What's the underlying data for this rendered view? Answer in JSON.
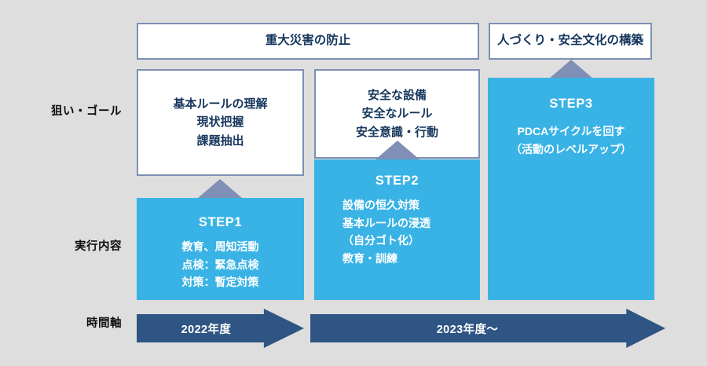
{
  "diagram": {
    "row_labels": {
      "goal": "狙い・ゴール",
      "execution": "実行内容",
      "timeline": "時間軸"
    },
    "banners": [
      {
        "name": "banner-major-disaster-prevention",
        "text": "重大災害の防止"
      },
      {
        "name": "banner-people-safety-culture",
        "text": "人づくり・安全文化の構築"
      }
    ],
    "goals": [
      {
        "name": "goal-step1",
        "lines": [
          "基本ルールの理解",
          "現状把握",
          "課題抽出"
        ]
      },
      {
        "name": "goal-step2",
        "lines": [
          "安全な設備",
          "安全なルール",
          "安全意識・行動"
        ]
      }
    ],
    "steps": [
      {
        "name": "step1",
        "title": "STEP1",
        "lines": [
          "教育、周知活動",
          "点検：緊急点検",
          "対策：暫定対策"
        ]
      },
      {
        "name": "step2",
        "title": "STEP2",
        "lines": [
          "設備の恒久対策",
          "基本ルールの浸透",
          "（自分ゴト化）",
          "教育・訓練"
        ]
      },
      {
        "name": "step3",
        "title": "STEP3",
        "lines": [
          "PDCAサイクルを回す",
          "（活動のレベルアップ）"
        ]
      }
    ],
    "timeline": [
      {
        "name": "timeline-fy2022",
        "label": "2022年度"
      },
      {
        "name": "timeline-fy2023",
        "label": "2023年度〜"
      }
    ],
    "colors": {
      "background": "#dededf",
      "step_blue": "#39b3e5",
      "box_border": "#7d8fb3",
      "box_text": "#16365c",
      "arrow_gray_blue": "#7f8fb5",
      "timeline_navy": "#2e5584"
    }
  }
}
